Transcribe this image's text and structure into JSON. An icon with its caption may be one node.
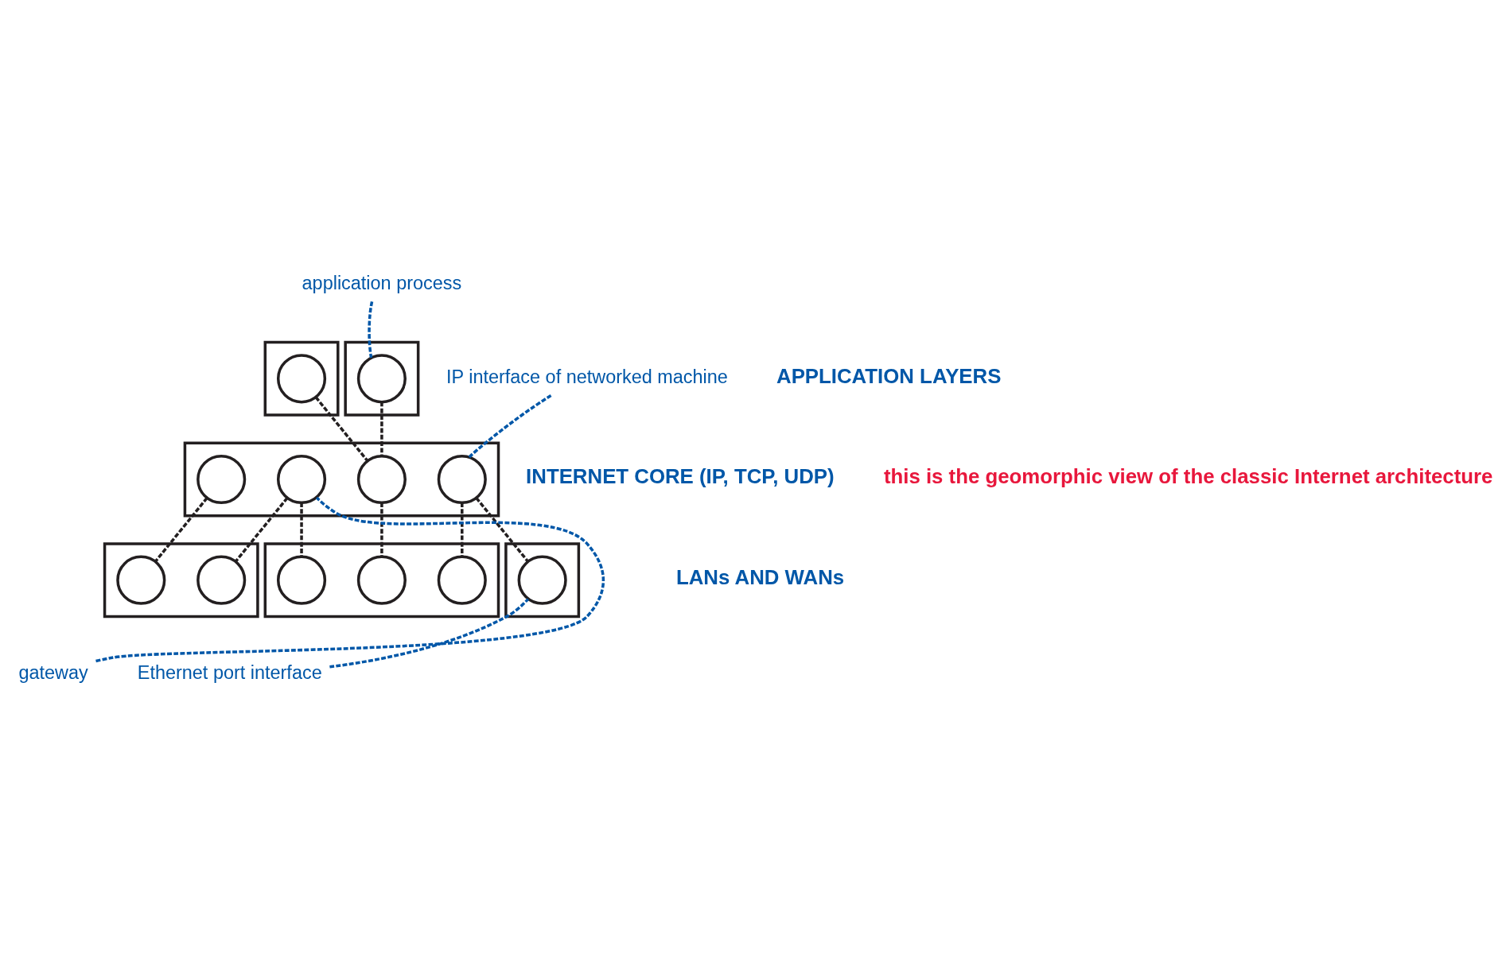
{
  "diagram": {
    "nodes": [
      {
        "text": [],
        "shape": "box"
      },
      {
        "text": [],
        "shape": "box"
      },
      {
        "text": [],
        "shape": "circle",
        "in": 0
      },
      {
        "text": [],
        "shape": "circle",
        "in": 1
      },
      {
        "text": [],
        "shape": "box"
      },
      {
        "text": [],
        "shape": "circle",
        "in": 4
      },
      {
        "text": [],
        "shape": "circle",
        "in": 4
      },
      {
        "text": [],
        "shape": "circle",
        "in": 4
      },
      {
        "text": [],
        "shape": "circle",
        "in": 4
      },
      {
        "text": [],
        "shape": "box"
      },
      {
        "text": [],
        "shape": "box"
      },
      {
        "text": [],
        "shape": "box"
      },
      {
        "text": [],
        "shape": "circle",
        "in": 9
      },
      {
        "text": [],
        "shape": "circle",
        "in": 9
      },
      {
        "text": [],
        "shape": "circle",
        "in": 10
      },
      {
        "text": [],
        "shape": "circle",
        "in": 10
      },
      {
        "text": [],
        "shape": "circle",
        "in": 10
      },
      {
        "text": [],
        "shape": "circle",
        "in": 11
      },
      {
        "text": [
          "application process"
        ]
      },
      {
        "text": [
          "IP interface of networked machine"
        ]
      },
      {
        "text": [
          "gateway"
        ]
      },
      {
        "text": [
          "Ethernet port interface"
        ]
      }
    ],
    "edges": [
      {
        "from": 2,
        "to": 7,
        "arrow": "none",
        "style": "dashed"
      },
      {
        "from": 3,
        "to": 7,
        "arrow": "none",
        "style": "dashed"
      },
      {
        "from": 5,
        "to": 12,
        "arrow": "none",
        "style": "dashed"
      },
      {
        "from": 6,
        "to": 13,
        "arrow": "none",
        "style": "dashed"
      },
      {
        "from": 6,
        "to": 14,
        "arrow": "none",
        "style": "dashed"
      },
      {
        "from": 7,
        "to": 15,
        "arrow": "none",
        "style": "dashed"
      },
      {
        "from": 8,
        "to": 16,
        "arrow": "none",
        "style": "dashed"
      },
      {
        "from": 8,
        "to": 17,
        "arrow": "none",
        "style": "dashed"
      },
      {
        "from": 18,
        "to": 3,
        "arrow": "none",
        "style": "dashed",
        "color": "#0057a8"
      },
      {
        "from": 19,
        "to": 8,
        "arrow": "none",
        "style": "dashed",
        "color": "#0057a8"
      },
      {
        "from": 20,
        "to": 6,
        "arrow": "none",
        "style": "dashed",
        "color": "#0057a8"
      },
      {
        "from": 21,
        "to": 17,
        "arrow": "none",
        "style": "dashed",
        "color": "#0057a8"
      }
    ],
    "labels": [
      "APPLICATION LAYERS",
      "INTERNET CORE (IP, TCP, UDP)",
      "LANs AND WANs",
      "this is the geomorphic view of the classic Internet architecture"
    ]
  }
}
